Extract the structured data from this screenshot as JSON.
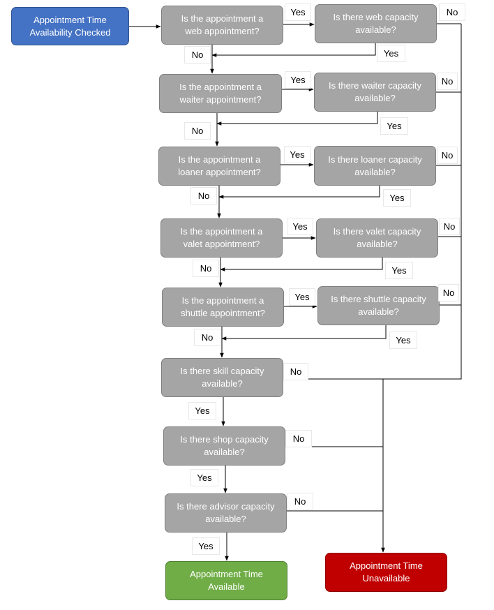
{
  "nodes": {
    "start": "Appointment Time\nAvailability Checked",
    "is_web": "Is the appointment a\nweb appointment?",
    "web_cap": "Is there web capacity\navailable?",
    "is_waiter": "Is the appointment a\nwaiter appointment?",
    "waiter_cap": "Is there waiter capacity\navailable?",
    "is_loaner": "Is the appointment a\nloaner appointment?",
    "loaner_cap": "Is there loaner capacity\navailable?",
    "is_valet": "Is the appointment a\nvalet appointment?",
    "valet_cap": "Is there valet capacity\navailable?",
    "is_shuttle": "Is the appointment a\nshuttle appointment?",
    "shuttle_cap": "Is there shuttle capacity\navailable?",
    "skill_cap": "Is there skill capacity\navailable?",
    "shop_cap": "Is there shop capacity\navailable?",
    "advisor_cap": "Is there advisor capacity\navailable?",
    "available": "Appointment Time\nAvailable",
    "unavailable": "Appointment Time\nUnavailable"
  },
  "edge_labels": {
    "yes": "Yes",
    "no": "No"
  },
  "colors": {
    "start": "#4472c4",
    "decision": "#a5a5a5",
    "available": "#70ad47",
    "unavailable": "#c00000",
    "connector": "#000000"
  }
}
